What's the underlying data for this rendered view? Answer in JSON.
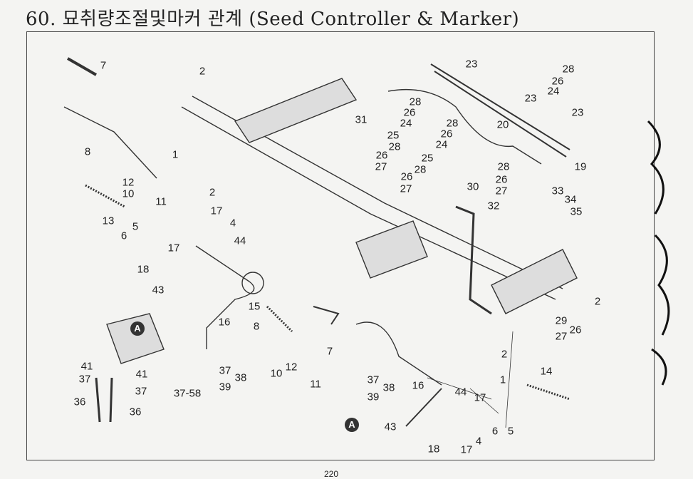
{
  "title": "60. 묘취량조절및마커 관계 (Seed Controller & Marker)",
  "page_number": "220",
  "reference_marker": "A",
  "labels": [
    "7",
    "2",
    "23",
    "28",
    "26",
    "24",
    "23",
    "28",
    "26",
    "24",
    "31",
    "28",
    "26",
    "24",
    "20",
    "23",
    "25",
    "28",
    "26",
    "27",
    "25",
    "28",
    "26",
    "27",
    "30",
    "19",
    "28",
    "26",
    "27",
    "33",
    "34",
    "35",
    "32",
    "8",
    "1",
    "12",
    "10",
    "11",
    "2",
    "13",
    "17",
    "4",
    "5",
    "6",
    "44",
    "17",
    "18",
    "43",
    "15",
    "16",
    "2",
    "29",
    "27",
    "26",
    "8",
    "7",
    "2",
    "14",
    "41",
    "41",
    "37",
    "37",
    "37-58",
    "36",
    "36",
    "37",
    "38",
    "39",
    "12",
    "10",
    "11",
    "37",
    "38",
    "39",
    "16",
    "44",
    "1",
    "17",
    "43",
    "6",
    "5",
    "18",
    "17",
    "4"
  ]
}
